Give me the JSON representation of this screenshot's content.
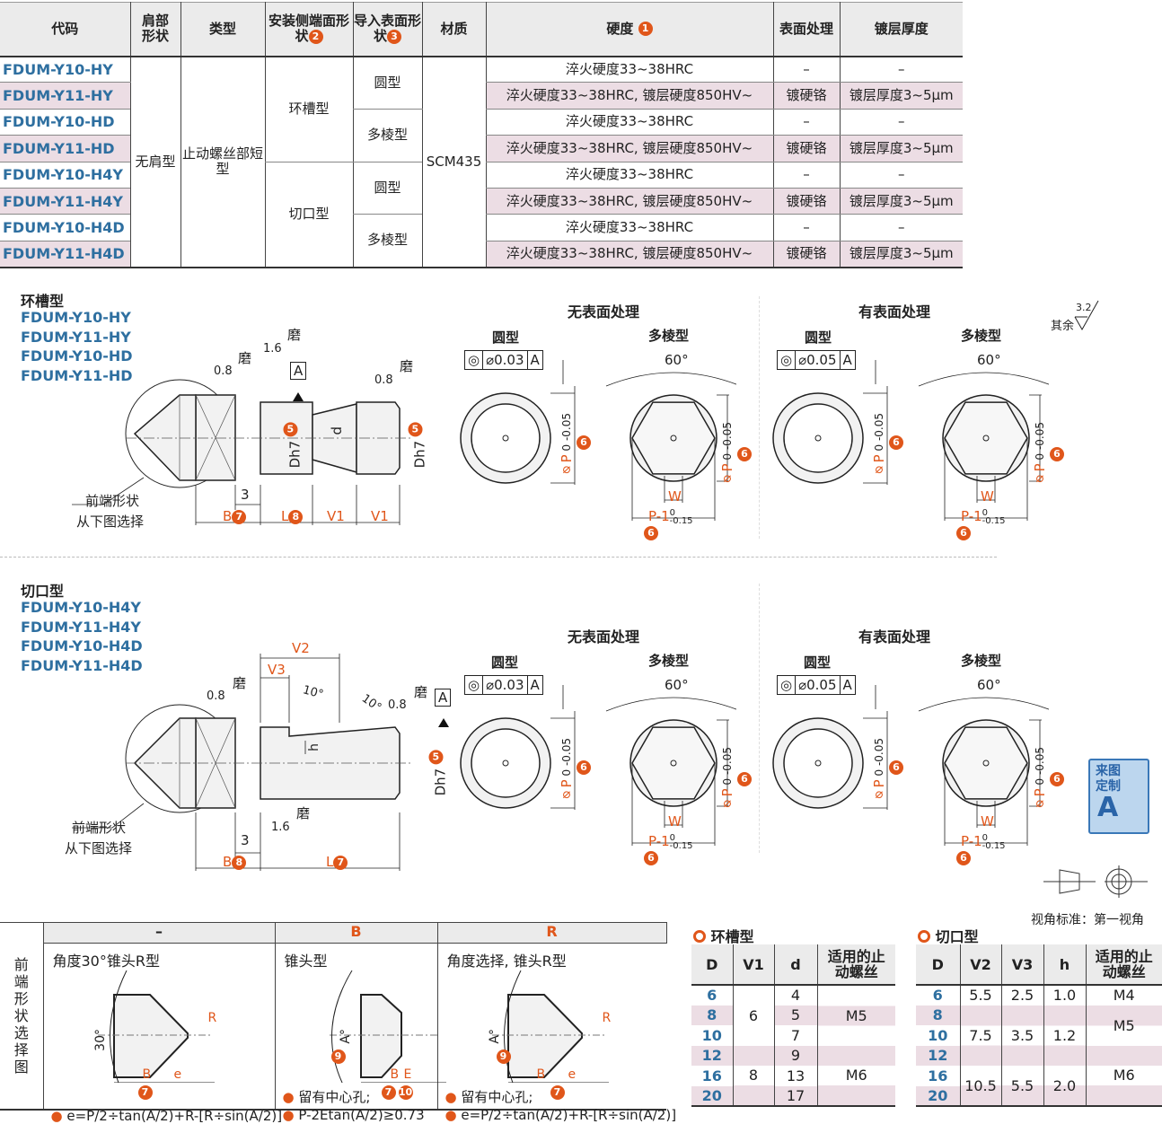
{
  "spec_table": {
    "headers": {
      "code": "代码",
      "shoulder": "肩部形状",
      "type": "类型",
      "end_shape": "安装侧端面形状",
      "end_badge": "2",
      "lead_shape": "导入表面形状",
      "lead_badge": "3",
      "material": "材质",
      "hardness": "硬度",
      "hardness_badge": "1",
      "surface": "表面处理",
      "thickness": "镀层厚度"
    },
    "rows": [
      {
        "code": "FDUM-Y10-HY",
        "hardness": "淬火硬度33~38HRC",
        "surface": "–",
        "thickness": "–"
      },
      {
        "code": "FDUM-Y11-HY",
        "hardness": "淬火硬度33~38HRC, 镀层硬度850HV~",
        "surface": "镀硬铬",
        "thickness": "镀层厚度3~5μm"
      },
      {
        "code": "FDUM-Y10-HD",
        "hardness": "淬火硬度33~38HRC",
        "surface": "–",
        "thickness": "–"
      },
      {
        "code": "FDUM-Y11-HD",
        "hardness": "淬火硬度33~38HRC, 镀层硬度850HV~",
        "surface": "镀硬铬",
        "thickness": "镀层厚度3~5μm"
      },
      {
        "code": "FDUM-Y10-H4Y",
        "hardness": "淬火硬度33~38HRC",
        "surface": "–",
        "thickness": "–"
      },
      {
        "code": "FDUM-Y11-H4Y",
        "hardness": "淬火硬度33~38HRC, 镀层硬度850HV~",
        "surface": "镀硬铬",
        "thickness": "镀层厚度3~5μm"
      },
      {
        "code": "FDUM-Y10-H4D",
        "hardness": "淬火硬度33~38HRC",
        "surface": "–",
        "thickness": "–"
      },
      {
        "code": "FDUM-Y11-H4D",
        "hardness": "淬火硬度33~38HRC, 镀层硬度850HV~",
        "surface": "镀硬铬",
        "thickness": "镀层厚度3~5μm"
      }
    ],
    "shoulder": "无肩型",
    "type": "止动螺丝部短型",
    "end_groove": "环槽型",
    "end_cut": "切口型",
    "round": "圆型",
    "poly": "多棱型",
    "material": "SCM435"
  },
  "groove": {
    "title": "环槽型",
    "codes": [
      "FDUM-Y10-HY",
      "FDUM-Y11-HY",
      "FDUM-Y10-HD",
      "FDUM-Y11-HD"
    ],
    "labels": {
      "grind": "磨",
      "r08": "0.8",
      "r16": "1.6",
      "datum": "A",
      "dh7": "Dh7",
      "d": "d",
      "tip1": "前端形状",
      "tip2": "从下图选择",
      "three": "3",
      "b": "B",
      "b_badge": "7",
      "l": "L",
      "l_badge": "8",
      "v1": "V1",
      "d_badge": "5"
    }
  },
  "cut": {
    "title": "切口型",
    "codes": [
      "FDUM-Y10-H4Y",
      "FDUM-Y11-H4Y",
      "FDUM-Y10-H4D",
      "FDUM-Y11-H4D"
    ],
    "labels": {
      "grind": "磨",
      "r08": "0.8",
      "r16": "1.6",
      "datum": "A",
      "dh7": "Dh7",
      "v2": "V2",
      "v3": "V3",
      "angle": "10°",
      "h": "h",
      "tip1": "前端形状",
      "tip2": "从下图选择",
      "three": "3",
      "b": "B",
      "b_badge": "8",
      "l": "L",
      "l_badge": "7",
      "d_badge": "5"
    }
  },
  "views": {
    "no_surface": "无表面处理",
    "with_surface": "有表面处理",
    "round": "圆型",
    "poly": "多棱型",
    "datum": "A",
    "tol_no": "⌀0.03",
    "tol_yes": "⌀0.05",
    "angle": "60°",
    "w": "W",
    "p_dim": "P-1",
    "p_tol_up": "0",
    "p_tol_lo": "-0.15",
    "dp": "⌀P",
    "dp_tol": "0 -0.05",
    "badge": "6"
  },
  "roughness": {
    "label": "其余",
    "value": "3.2"
  },
  "custom_badge": {
    "text1": "来图",
    "text2": "定制",
    "letter": "A"
  },
  "view_standard": "视角标准：第一视角",
  "tip_table": {
    "side": "前端形状选择图",
    "cols": [
      {
        "code": "–",
        "name": "角度30°锥头R型",
        "angle": "30°",
        "dims": [
          "B",
          "e",
          "R"
        ],
        "badges": [
          "7"
        ],
        "notes": [
          "e=P/2÷tan(A/2)+R-[R÷sin(A/2)]"
        ]
      },
      {
        "code": "B",
        "name": "锥头型",
        "angle": "A°",
        "dims": [
          "B",
          "E"
        ],
        "badges": [
          "9",
          "7",
          "10"
        ],
        "notes": [
          "留有中心孔;",
          "P-2Etan(A/2)≥0.73"
        ]
      },
      {
        "code": "R",
        "name": "角度选择, 锥头R型",
        "angle": "A°",
        "dims": [
          "B",
          "e",
          "R"
        ],
        "badges": [
          "9",
          "7"
        ],
        "notes": [
          "留有中心孔;",
          "e=P/2÷tan(A/2)+R-[R÷sin(A/2)]"
        ]
      }
    ]
  },
  "groove_table": {
    "title": "环槽型",
    "headers": [
      "D",
      "V1",
      "d",
      "适用的止动螺丝"
    ],
    "D": [
      "6",
      "8",
      "10",
      "12",
      "16",
      "20"
    ],
    "v1": [
      "6",
      "8"
    ],
    "d": [
      "4",
      "5",
      "7",
      "9",
      "13",
      "17"
    ],
    "screw": [
      "M5",
      "M6"
    ]
  },
  "cut_table": {
    "title": "切口型",
    "headers": [
      "D",
      "V2",
      "V3",
      "h",
      "适用的止动螺丝"
    ],
    "D": [
      "6",
      "8",
      "10",
      "12",
      "16",
      "20"
    ],
    "v2": [
      "5.5",
      "7.5",
      "10.5"
    ],
    "v3": [
      "2.5",
      "3.5",
      "5.5"
    ],
    "h": [
      "1.0",
      "1.2",
      "2.0"
    ],
    "screw": [
      "M4",
      "M5",
      "M6"
    ]
  }
}
